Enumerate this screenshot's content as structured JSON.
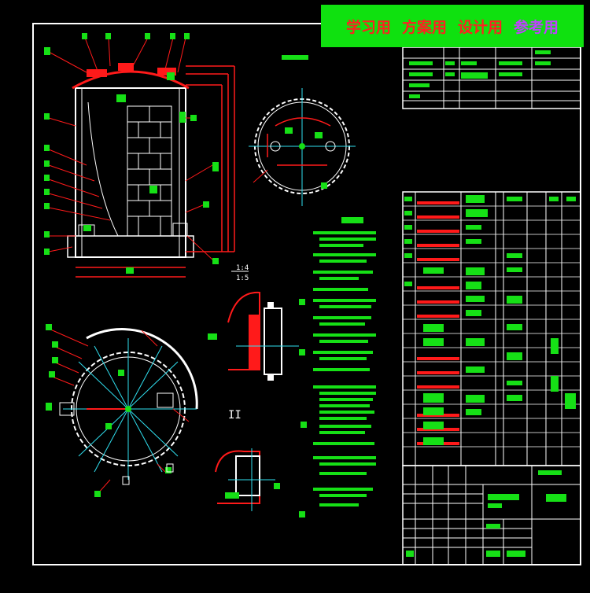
{
  "banner": {
    "items": [
      "学习用",
      "方案用",
      "设计用",
      "参考用"
    ],
    "colors": [
      "#ff2020",
      "#ff2020",
      "#ff2020",
      "#c040ff"
    ],
    "background": "#0fe10f"
  },
  "section_labels": {
    "detail_ratio_top": "1:4",
    "detail_ratio_bottom": "1:5",
    "detail_roman": "II"
  },
  "colors": {
    "background": "#000000",
    "frame": "#ffffff",
    "red": "#ff1a1a",
    "green": "#16e016",
    "cyan": "#30e0f0",
    "yellow": "#f0f020"
  }
}
